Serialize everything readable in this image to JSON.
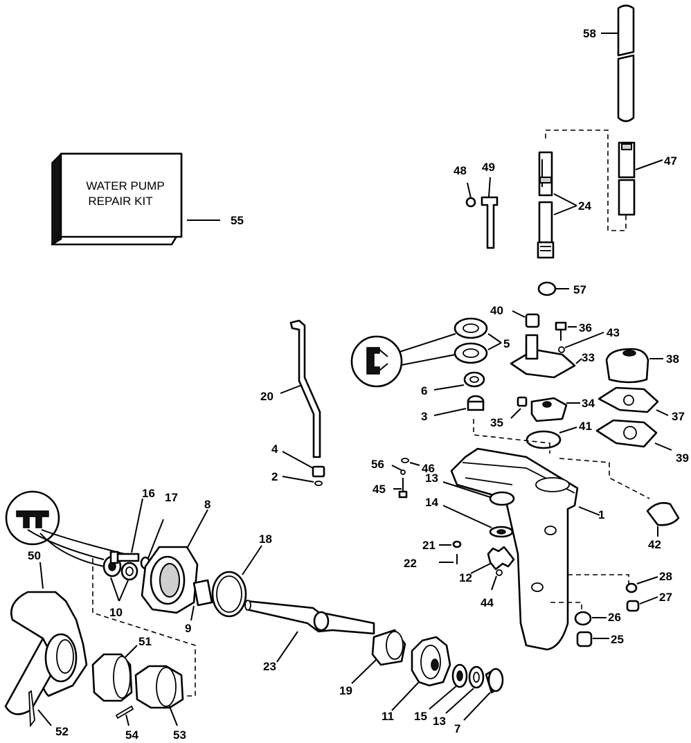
{
  "kit": {
    "line1": "WATER PUMP",
    "line2": "REPAIR KIT"
  },
  "callouts": {
    "c1": "1",
    "c2": "2",
    "c3": "3",
    "c4": "4",
    "c5": "5",
    "c6": "6",
    "c7": "7",
    "c8": "8",
    "c9": "9",
    "c10": "10",
    "c11": "11",
    "c12": "12",
    "c13a": "13",
    "c13b": "13",
    "c14": "14",
    "c15": "15",
    "c16": "16",
    "c17": "17",
    "c18": "18",
    "c19": "19",
    "c20": "20",
    "c21": "21",
    "c22": "22",
    "c23": "23",
    "c24": "24",
    "c25": "25",
    "c26": "26",
    "c27": "27",
    "c28": "28",
    "c33": "33",
    "c34": "34",
    "c35": "35",
    "c36": "36",
    "c37": "37",
    "c38": "38",
    "c39": "39",
    "c40": "40",
    "c41": "41",
    "c42": "42",
    "c43": "43",
    "c44": "44",
    "c45": "45",
    "c46": "46",
    "c47": "47",
    "c48": "48",
    "c49": "49",
    "c50": "50",
    "c51": "51",
    "c52": "52",
    "c53": "53",
    "c54": "54",
    "c55": "55",
    "c56": "56",
    "c57": "57",
    "c58": "58"
  }
}
